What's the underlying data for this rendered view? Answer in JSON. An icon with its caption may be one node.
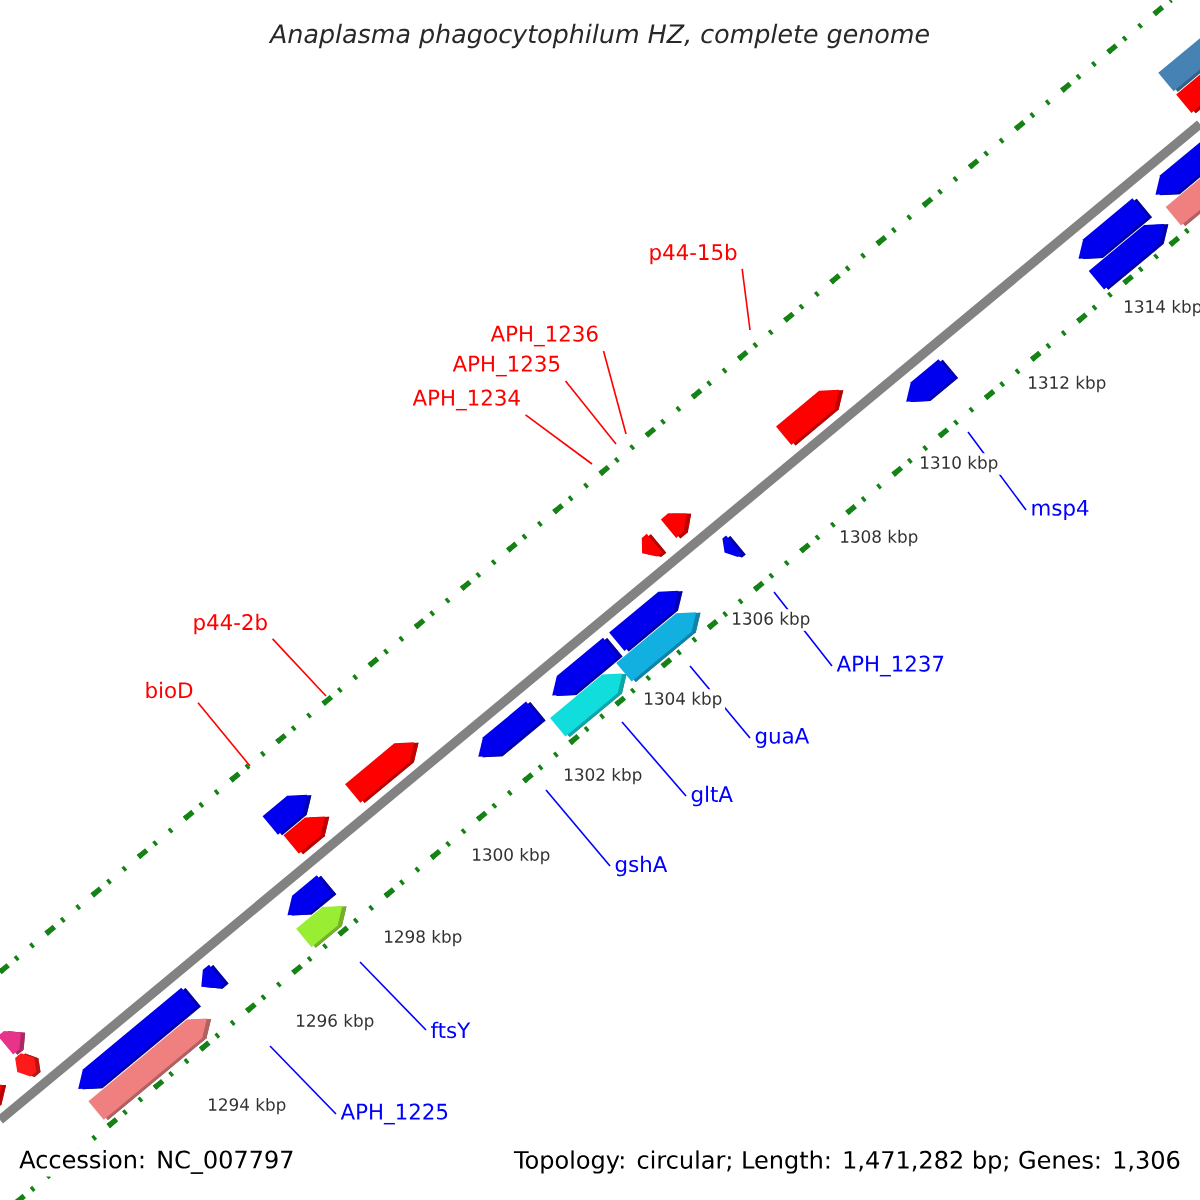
{
  "diagram": {
    "title": "Anaplasma phagocytophilum HZ, complete genome",
    "nodes": [
      {
        "text": [
          "p44-15b"
        ]
      },
      {
        "text": [
          "APH_1236"
        ]
      },
      {
        "text": [
          "APH_1235"
        ]
      },
      {
        "text": [
          "APH_1234"
        ]
      },
      {
        "text": [
          "msp4"
        ]
      },
      {
        "text": [
          "p44-2b"
        ]
      },
      {
        "text": [
          "APH_1237"
        ]
      },
      {
        "text": [
          "bioD"
        ]
      },
      {
        "text": [
          "guaA"
        ]
      },
      {
        "text": [
          "gltA"
        ]
      },
      {
        "text": [
          "gshA"
        ]
      },
      {
        "text": [
          "ftsY"
        ]
      },
      {
        "text": [
          "APH_1225"
        ]
      }
    ],
    "edges": [
      {
        "from": 0,
        "to": null,
        "arrow": "none",
        "color": "#ff0000"
      },
      {
        "from": 1,
        "to": null,
        "arrow": "none",
        "color": "#ff0000"
      },
      {
        "from": 2,
        "to": null,
        "arrow": "none",
        "color": "#ff0000"
      },
      {
        "from": 3,
        "to": null,
        "arrow": "none",
        "color": "#ff0000"
      },
      {
        "from": 4,
        "to": null,
        "arrow": "none"
      },
      {
        "from": 5,
        "to": null,
        "arrow": "none",
        "color": "#ff0000"
      },
      {
        "from": 6,
        "to": null,
        "arrow": "none"
      },
      {
        "from": 7,
        "to": null,
        "arrow": "none",
        "color": "#ff0000"
      },
      {
        "from": 8,
        "to": null,
        "arrow": "none"
      },
      {
        "from": 9,
        "to": null,
        "arrow": "none"
      },
      {
        "from": 10,
        "to": null,
        "arrow": "none"
      },
      {
        "from": 11,
        "to": null,
        "arrow": "none"
      },
      {
        "from": 12,
        "to": null,
        "arrow": "none"
      }
    ],
    "labels": [
      "1314 kbp",
      "1312 kbp",
      "1310 kbp",
      "1308 kbp",
      "1306 kbp",
      "1304 kbp",
      "1302 kbp",
      "1300 kbp",
      "1298 kbp",
      "1296 kbp",
      "1294 kbp",
      "Accession: NC_007797",
      "Topology: circular; Length: 1,471,282 bp; Genes: 1,306"
    ]
  }
}
